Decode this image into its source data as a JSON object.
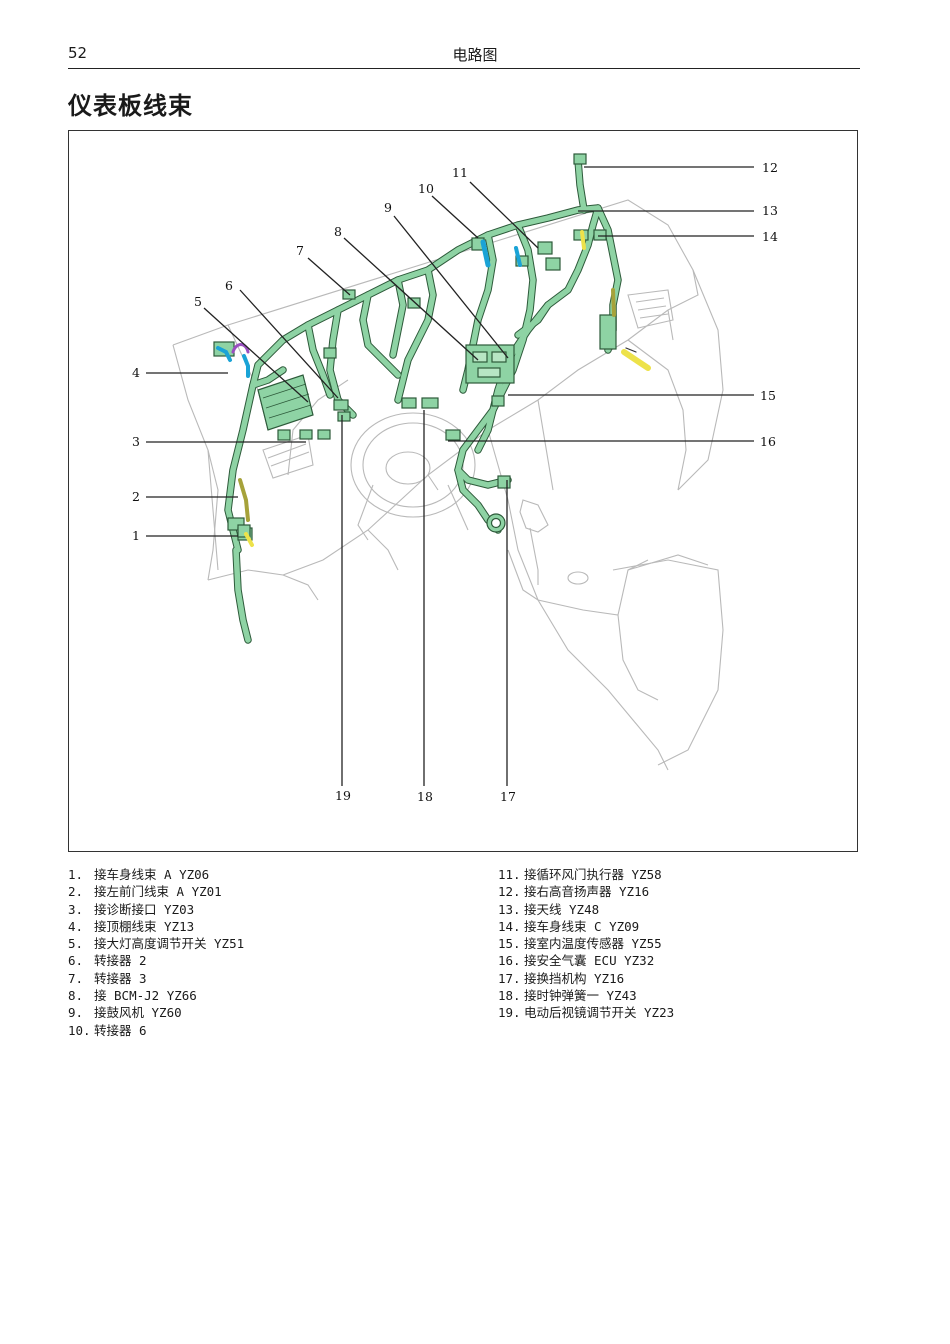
{
  "header": {
    "page_number": "52",
    "title": "电路图"
  },
  "section_title": "仪表板线束",
  "callouts": {
    "c1": "1",
    "c2": "2",
    "c3": "3",
    "c4": "4",
    "c5": "5",
    "c6": "6",
    "c7": "7",
    "c8": "8",
    "c9": "9",
    "c10": "10",
    "c11": "11",
    "c12": "12",
    "c13": "13",
    "c14": "14",
    "c15": "15",
    "c16": "16",
    "c17": "17",
    "c18": "18",
    "c19": "19"
  },
  "legend_left": [
    {
      "num": "1.",
      "text": "接车身线束 A YZ06"
    },
    {
      "num": "2.",
      "text": "接左前门线束 A YZ01"
    },
    {
      "num": "3.",
      "text": "接诊断接口 YZ03"
    },
    {
      "num": "4.",
      "text": "接顶棚线束 YZ13"
    },
    {
      "num": "5.",
      "text": "接大灯高度调节开关 YZ51"
    },
    {
      "num": "6.",
      "text": "转接器 2"
    },
    {
      "num": "7.",
      "text": "转接器 3"
    },
    {
      "num": "8.",
      "text": "接 BCM-J2 YZ66"
    },
    {
      "num": "9.",
      "text": "接鼓风机 YZ60"
    },
    {
      "num": "10.",
      "text": "转接器 6"
    }
  ],
  "legend_right": [
    {
      "num": "11.",
      "text": "接循环风门执行器 YZ58"
    },
    {
      "num": "12.",
      "text": "接右高音扬声器 YZ16"
    },
    {
      "num": "13.",
      "text": "接天线 YZ48"
    },
    {
      "num": "14.",
      "text": "接车身线束 C YZ09"
    },
    {
      "num": "15.",
      "text": "接室内温度传感器 YZ55"
    },
    {
      "num": "16.",
      "text": "接安全气囊 ECU YZ32"
    },
    {
      "num": "17.",
      "text": "接换挡机构 YZ16"
    },
    {
      "num": "18.",
      "text": "接时钟弹簧一 YZ43"
    },
    {
      "num": "19.",
      "text": "电动后视镜调节开关 YZ23"
    }
  ],
  "colors": {
    "harness": "#8ed3a4",
    "harness_edge": "#2d5a3a",
    "outline": "#b9b9b9",
    "accent_blue": "#1aa3d6",
    "accent_purple": "#9a4fc0",
    "accent_yellow": "#ede24a",
    "accent_olive": "#a6a23a"
  }
}
